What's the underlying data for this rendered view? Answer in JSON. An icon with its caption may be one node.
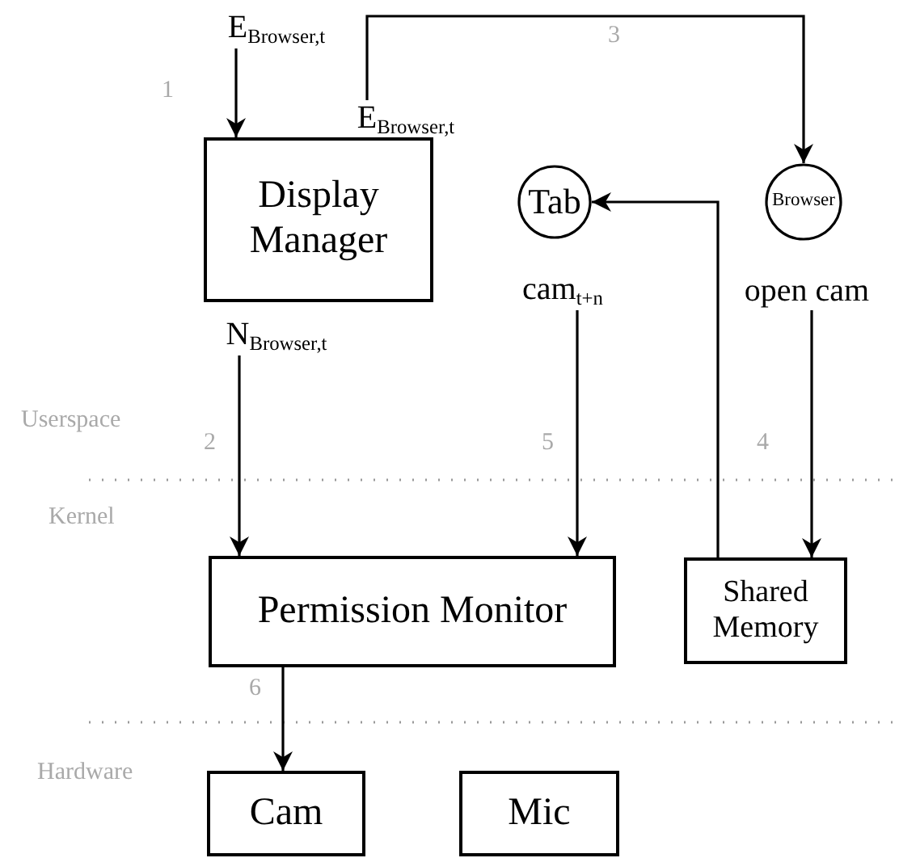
{
  "diagram": {
    "nodes": [
      {
        "text": [
          "E$_{Browser,t}$"
        ]
      },
      {
        "text": [
          "Display Manager"
        ]
      },
      {
        "text": [
          "E$_{Browser,t}$"
        ]
      },
      {
        "text": [
          "Tab"
        ]
      },
      {
        "text": [
          "Browser"
        ]
      },
      {
        "text": [
          "N$_{Browser,t}$"
        ]
      },
      {
        "text": [
          "cam$_{t+n}$"
        ]
      },
      {
        "text": [
          "open cam"
        ]
      },
      {
        "text": [
          "Permission Monitor"
        ]
      },
      {
        "text": [
          "Shared Memory"
        ]
      },
      {
        "text": [
          "Cam"
        ]
      },
      {
        "text": [
          "Mic"
        ]
      }
    ],
    "edges": [
      {
        "from": 0,
        "to": 1,
        "arrow": "to",
        "label": "1"
      },
      {
        "from": 2,
        "to": 4,
        "arrow": "to",
        "label": "3"
      },
      {
        "from": 9,
        "to": 3,
        "arrow": "to"
      },
      {
        "from": 7,
        "to": 9,
        "arrow": "to",
        "label": "4"
      },
      {
        "from": 5,
        "to": 8,
        "arrow": "to",
        "label": "2"
      },
      {
        "from": 6,
        "to": 8,
        "arrow": "to",
        "label": "5"
      },
      {
        "from": 8,
        "to": 10,
        "arrow": "to",
        "label": "6"
      }
    ],
    "labels": [
      "Userspace",
      "Kernel",
      "Hardware"
    ]
  }
}
